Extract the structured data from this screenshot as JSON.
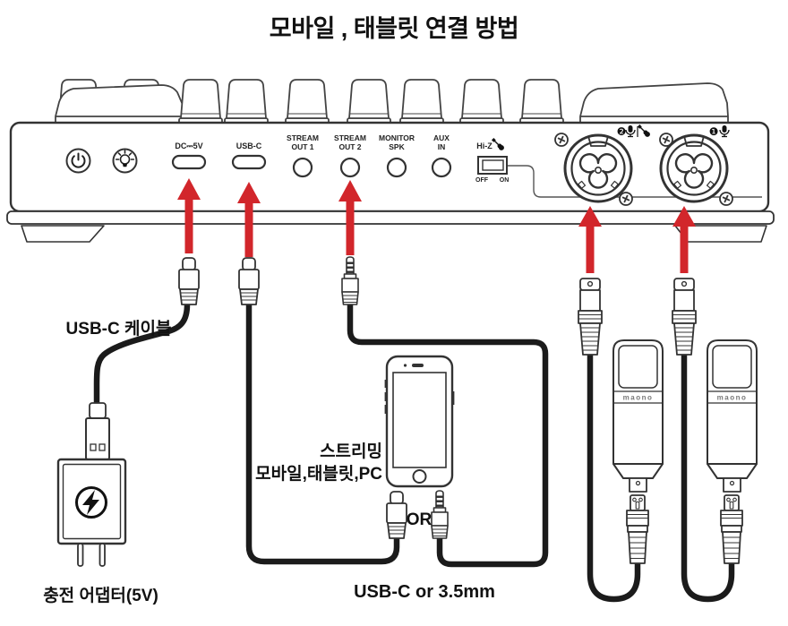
{
  "title": "모바일 , 태블릿 연결 방법",
  "mixer": {
    "ports": {
      "dc": "DC⎓5V",
      "usbc": "USB-C",
      "stream_out_1": [
        "STREAM",
        "OUT 1"
      ],
      "stream_out_2": [
        "STREAM",
        "OUT 2"
      ],
      "monitor_spk": [
        "MONITOR",
        "SPK"
      ],
      "aux_in": [
        "AUX",
        "IN"
      ],
      "hiz": "Hi-Z",
      "hiz_off": "OFF",
      "hiz_on": "ON",
      "input1_badge": "❶",
      "input2_badge": "❷"
    }
  },
  "labels": {
    "usbc_cable": "USB-C 케이블",
    "charger": "충전 어댑터(5V)",
    "streaming": "스트리밍",
    "devices": "모바일,태블릿,PC",
    "or": "OR",
    "usbc_or_35mm": "USB-C or 3.5mm"
  },
  "mic": {
    "brand": "maono"
  },
  "colors": {
    "arrow": "#d2262b",
    "ink": "#333333",
    "cable": "#1b1b1b"
  }
}
